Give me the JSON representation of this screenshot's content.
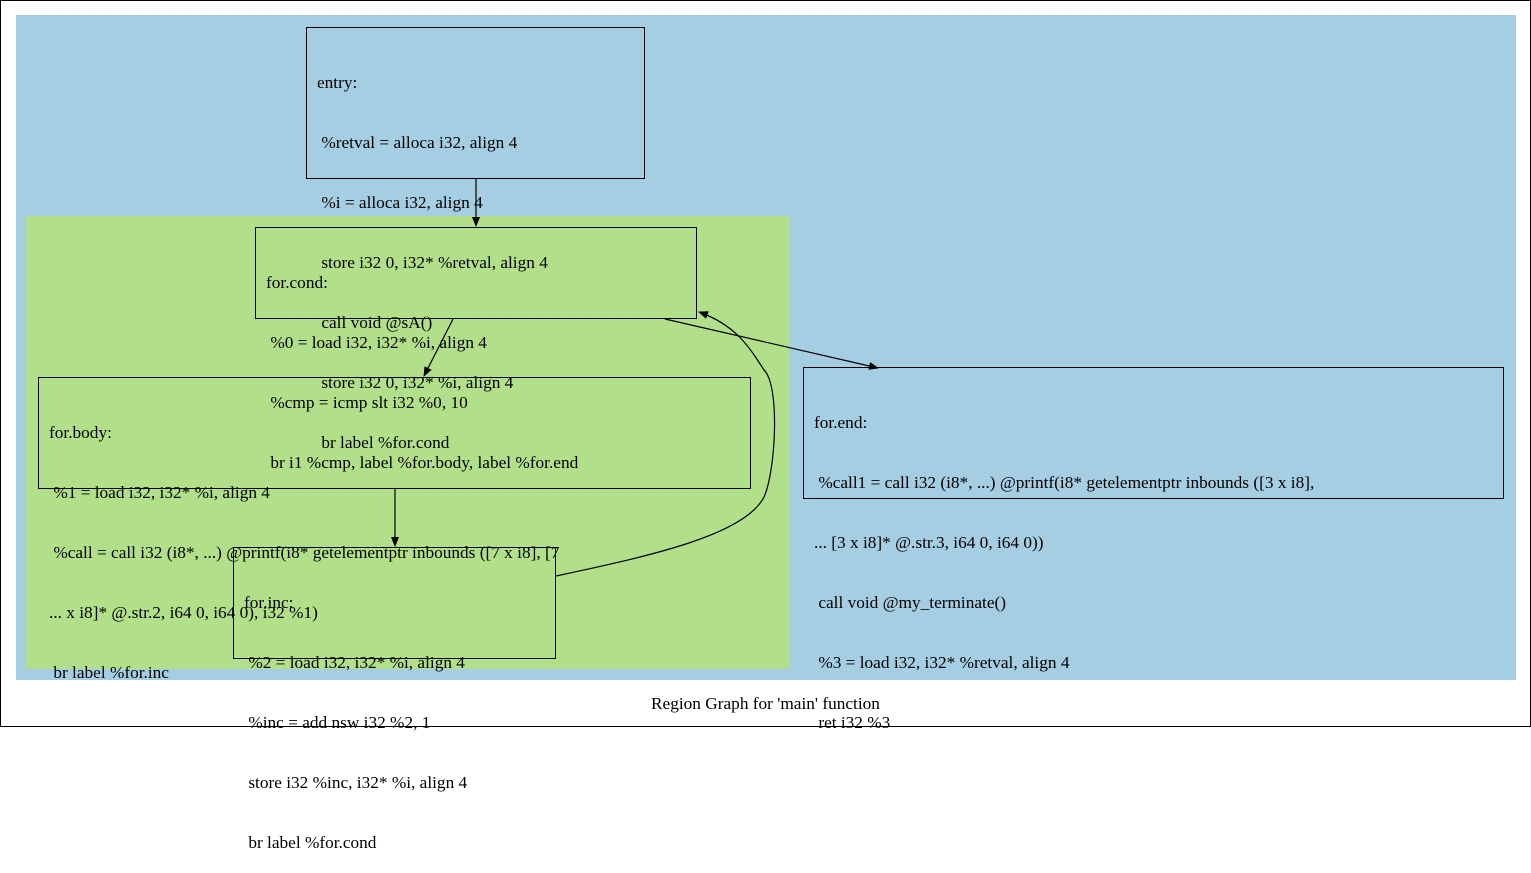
{
  "graph": {
    "caption": "Region Graph for 'main' function",
    "colors": {
      "outer_region": "#a6cee3",
      "inner_region": "#b2df8a",
      "edge": "#000000"
    },
    "nodes": {
      "entry": {
        "lines": [
          "entry:",
          " %retval = alloca i32, align 4",
          " %i = alloca i32, align 4",
          " store i32 0, i32* %retval, align 4",
          " call void @sA()",
          " store i32 0, i32* %i, align 4",
          " br label %for.cond"
        ]
      },
      "for_cond": {
        "lines": [
          "for.cond:",
          " %0 = load i32, i32* %i, align 4",
          " %cmp = icmp slt i32 %0, 10",
          " br i1 %cmp, label %for.body, label %for.end"
        ]
      },
      "for_body": {
        "lines": [
          "for.body:",
          " %1 = load i32, i32* %i, align 4",
          " %call = call i32 (i8*, ...) @printf(i8* getelementptr inbounds ([7 x i8], [7",
          "... x i8]* @.str.2, i64 0, i64 0), i32 %1)",
          " br label %for.inc"
        ]
      },
      "for_inc": {
        "lines": [
          "for.inc:",
          " %2 = load i32, i32* %i, align 4",
          " %inc = add nsw i32 %2, 1",
          " store i32 %inc, i32* %i, align 4",
          " br label %for.cond"
        ]
      },
      "for_end": {
        "lines": [
          "for.end:",
          " %call1 = call i32 (i8*, ...) @printf(i8* getelementptr inbounds ([3 x i8],",
          "... [3 x i8]* @.str.3, i64 0, i64 0))",
          " call void @my_terminate()",
          " %3 = load i32, i32* %retval, align 4",
          " ret i32 %3"
        ]
      }
    },
    "edges": [
      {
        "from": "entry",
        "to": "for.cond"
      },
      {
        "from": "for.cond",
        "to": "for.body"
      },
      {
        "from": "for.cond",
        "to": "for.end"
      },
      {
        "from": "for.body",
        "to": "for.inc"
      },
      {
        "from": "for.inc",
        "to": "for.cond"
      }
    ]
  }
}
